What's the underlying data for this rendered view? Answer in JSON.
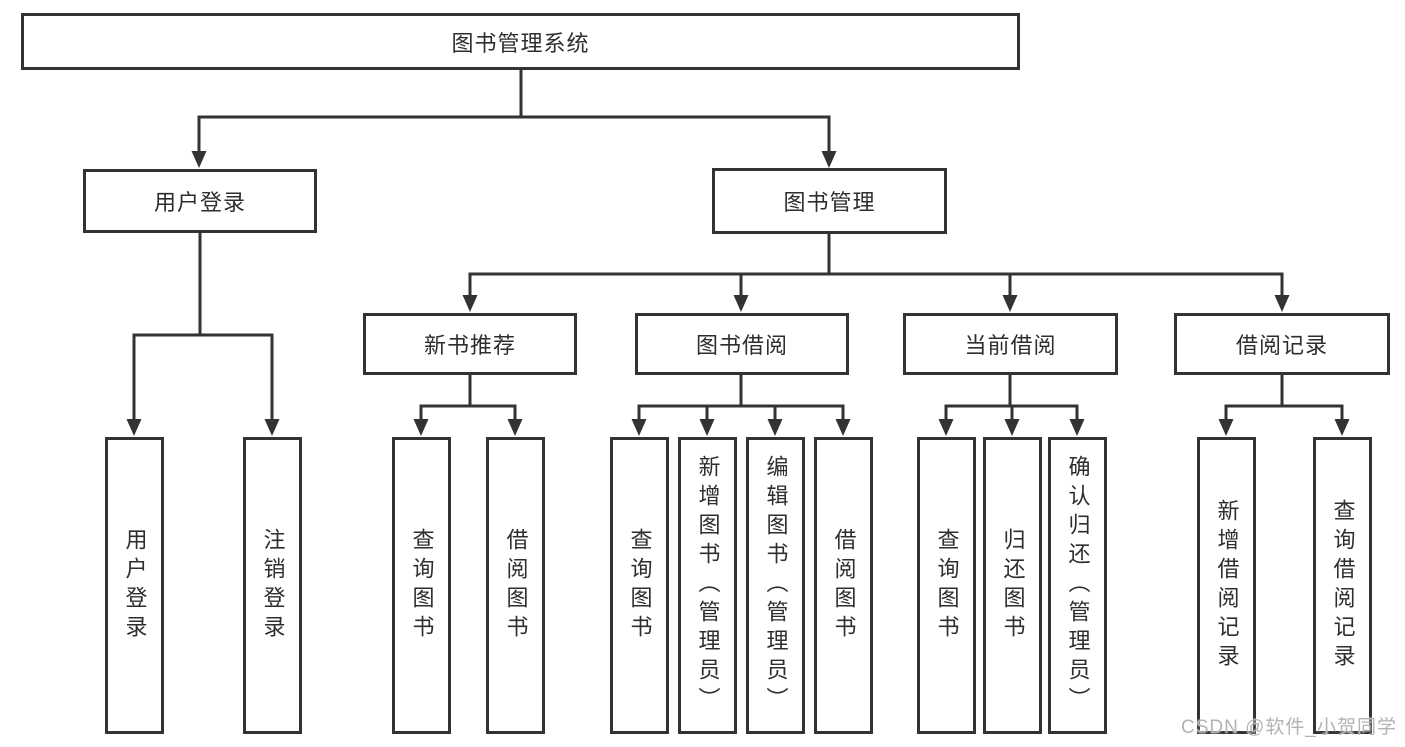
{
  "diagram": {
    "type": "functional-structure-tree",
    "colors": {
      "line": "#333333",
      "box_border": "#333333",
      "box_background": "#ffffff",
      "text": "#2e2e2e",
      "watermark_text": "#b3b3b3",
      "page_background": "#ffffff"
    },
    "tree": {
      "label": "图书管理系统",
      "children": [
        {
          "label": "用户登录",
          "children": [
            {
              "label": "用户登录"
            },
            {
              "label": "注销登录"
            }
          ]
        },
        {
          "label": "图书管理",
          "children": [
            {
              "label": "新书推荐",
              "children": [
                {
                  "label": "查询图书"
                },
                {
                  "label": "借阅图书"
                }
              ]
            },
            {
              "label": "图书借阅",
              "children": [
                {
                  "label": "查询图书"
                },
                {
                  "label": "新增图书（管理员）"
                },
                {
                  "label": "编辑图书（管理员）"
                },
                {
                  "label": "借阅图书"
                }
              ]
            },
            {
              "label": "当前借阅",
              "children": [
                {
                  "label": "查询图书"
                },
                {
                  "label": "归还图书"
                },
                {
                  "label": "确认归还（管理员）"
                }
              ]
            },
            {
              "label": "借阅记录",
              "children": [
                {
                  "label": "新增借阅记录"
                },
                {
                  "label": "查询借阅记录"
                }
              ]
            }
          ]
        }
      ]
    }
  },
  "watermark": {
    "text": "CSDN @软件_小贺同学"
  }
}
